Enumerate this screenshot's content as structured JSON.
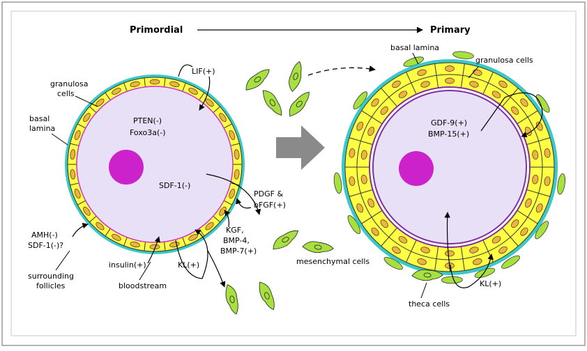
{
  "titles": {
    "left": "Primordial",
    "right": "Primary"
  },
  "labels": {
    "granulosa_left_1": "granulosa",
    "granulosa_left_2": "cells",
    "basal_left_1": "basal",
    "basal_left_2": "lamina",
    "lif": "LIF(+)",
    "pten": "PTEN(-)",
    "foxo3a": "Foxo3a(-)",
    "sdf1": "SDF-1(-)",
    "pdgf_1": "PDGF &",
    "pdgf_2": "bFGF(+)",
    "kgf_1": "KGF,",
    "kgf_2": "BMP-4,",
    "kgf_3": "BMP-7(+)",
    "mesenchymal": "mesenchymal cells",
    "amh_1": "AMH(-)",
    "amh_2": "SDF-1(-)?",
    "surrounding_1": "surrounding",
    "surrounding_2": "follicles",
    "insulin": "insulin(+)",
    "kl_left": "KL(+)",
    "bloodstream": "bloodstream",
    "basal_right": "basal lamina",
    "granulosa_right": "granulosa cells",
    "gdf9": "GDF-9(+)",
    "bmp15": "BMP-15(+)",
    "kl_right": "KL(+)",
    "theca": "theca cells"
  },
  "colors": {
    "oocyte": "#e8e0f7",
    "nucleus": "#cc22cc",
    "granulosa": "#ffff44",
    "granulosa_nucleus": "#f0b43c",
    "lamina": "#3cc8c8",
    "zona": "#8030a0",
    "mesenchyme": "#a8e040",
    "arrow": "#8a8a8a"
  }
}
